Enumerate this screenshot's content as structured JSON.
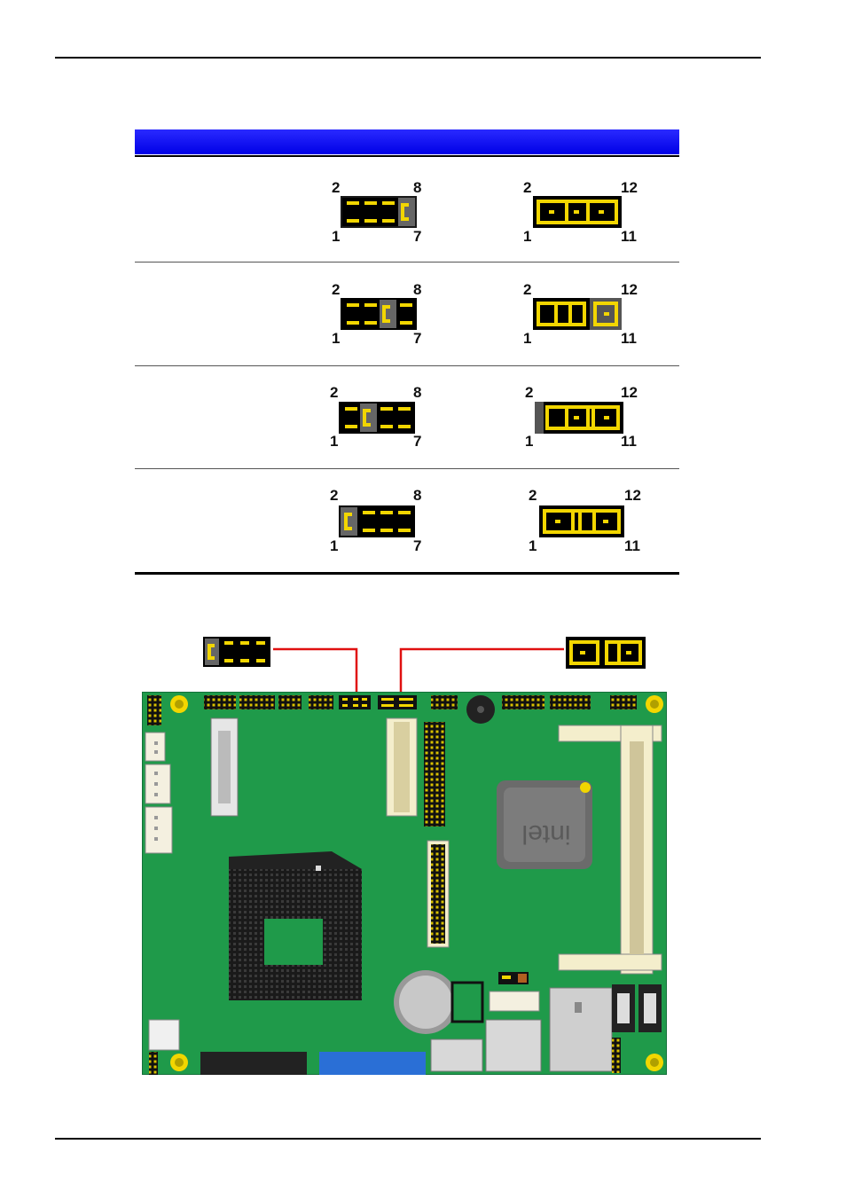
{
  "table": {
    "rows": [
      {
        "header3": {
          "pin_left_top": "2",
          "pin_right_top": "8",
          "pin_left_bottom": "1",
          "pin_right_bottom": "7"
        },
        "header4": {
          "pin_left_top": "2",
          "pin_right_top": "12",
          "pin_left_bottom": "1",
          "pin_right_bottom": "11"
        }
      },
      {
        "header3": {
          "pin_left_top": "2",
          "pin_right_top": "8",
          "pin_left_bottom": "1",
          "pin_right_bottom": "7"
        },
        "header4": {
          "pin_left_top": "2",
          "pin_right_top": "12",
          "pin_left_bottom": "1",
          "pin_right_bottom": "11"
        }
      },
      {
        "header3": {
          "pin_left_top": "2",
          "pin_right_top": "8",
          "pin_left_bottom": "1",
          "pin_right_bottom": "7"
        },
        "header4": {
          "pin_left_top": "2",
          "pin_right_top": "12",
          "pin_left_bottom": "1",
          "pin_right_bottom": "11"
        }
      },
      {
        "header3": {
          "pin_left_top": "2",
          "pin_right_top": "8",
          "pin_left_bottom": "1",
          "pin_right_bottom": "7"
        },
        "header4": {
          "pin_left_top": "2",
          "pin_right_top": "12",
          "pin_left_bottom": "1",
          "pin_right_bottom": "11"
        }
      }
    ]
  },
  "board": {
    "chip_logo": "intel"
  },
  "colors": {
    "header_blue": "#0000e6",
    "pcb_green": "#1f9a4a",
    "jumper_yellow": "#f2d600",
    "callout_red": "#e01010"
  }
}
